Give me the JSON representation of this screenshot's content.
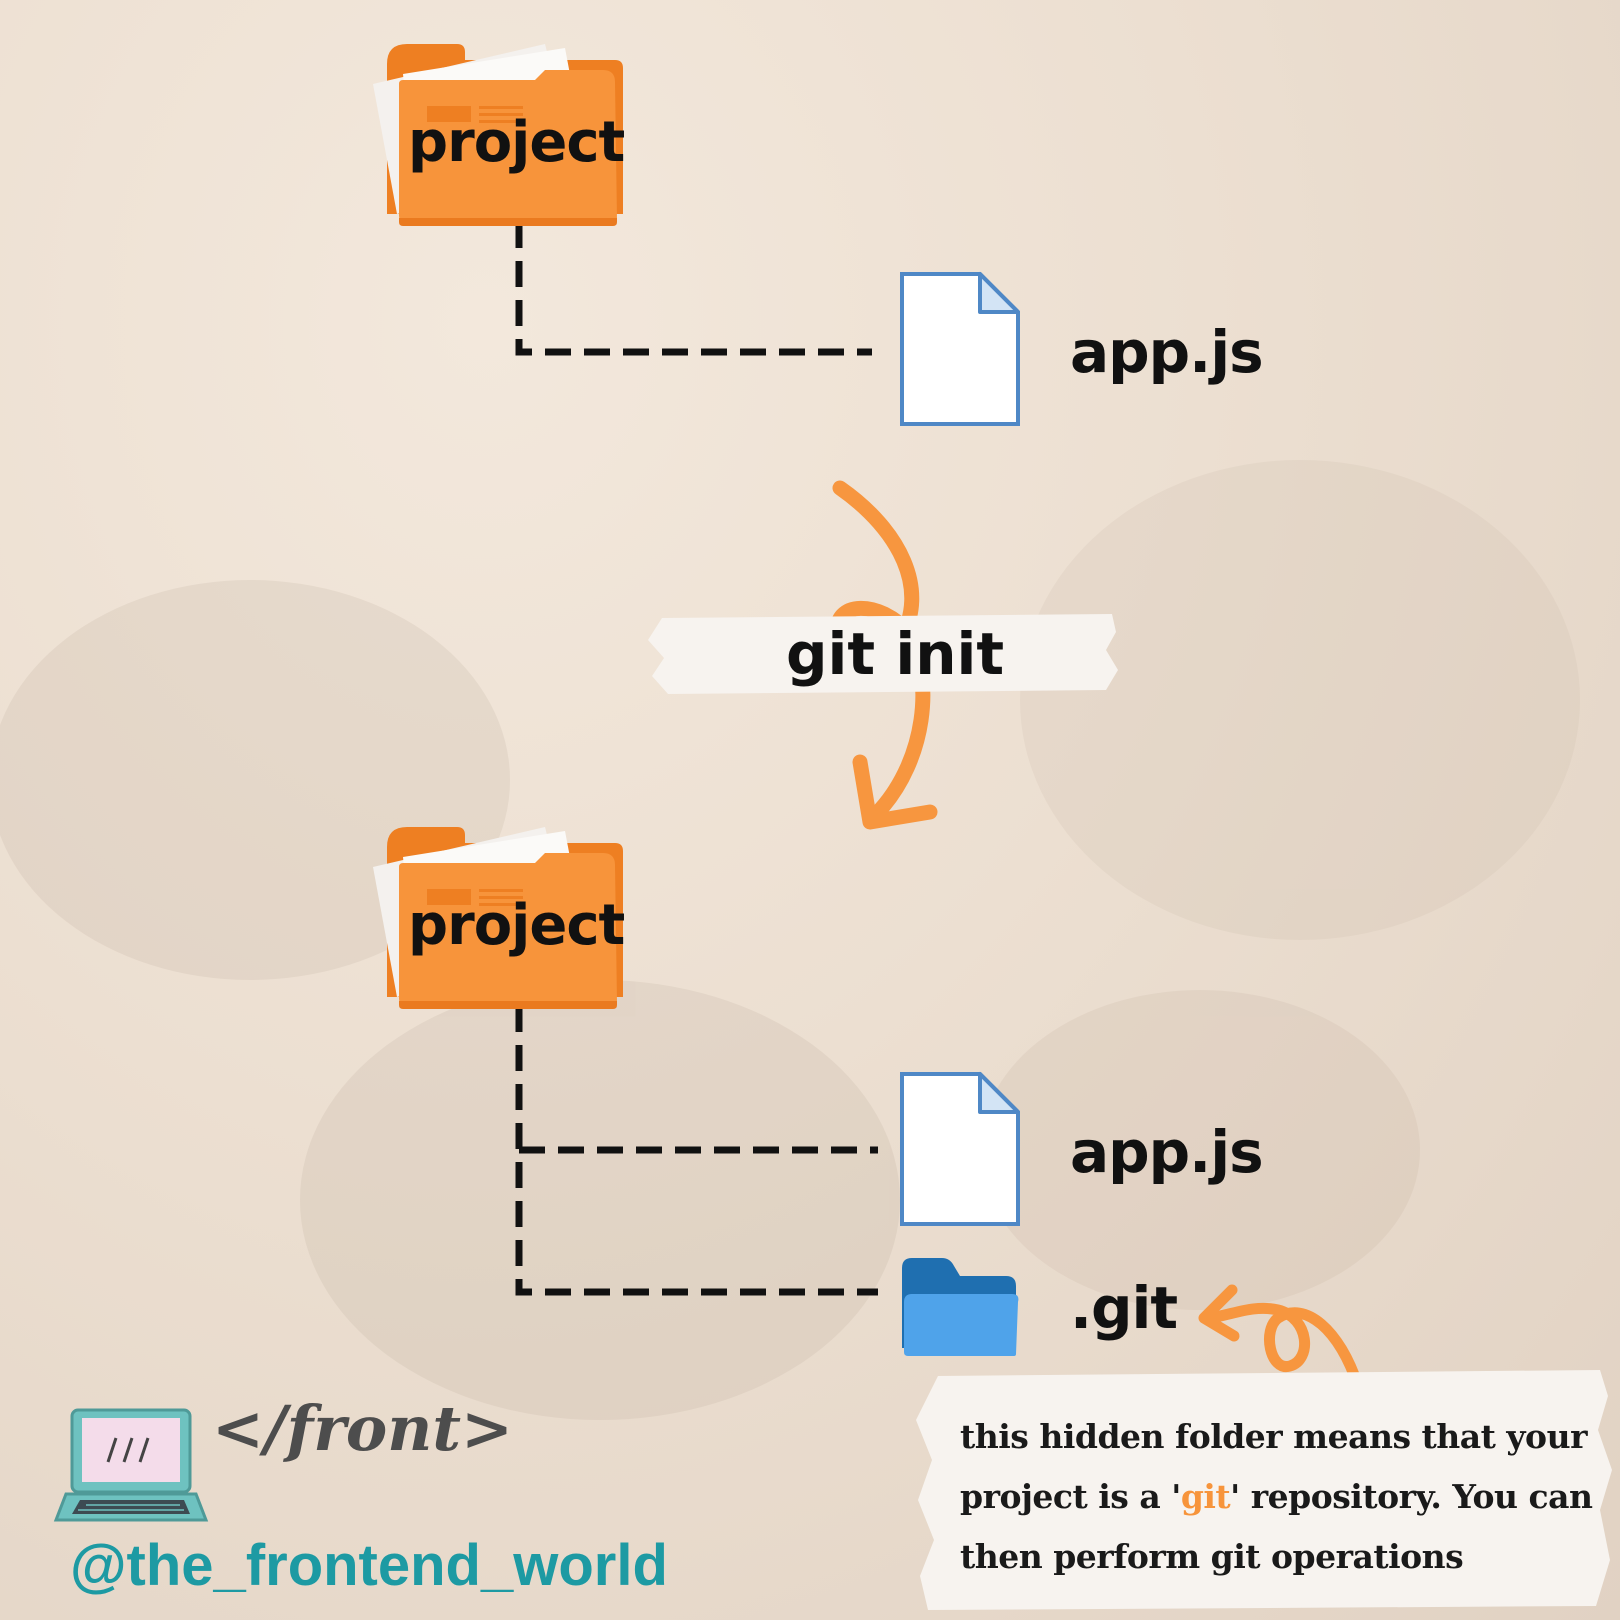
{
  "top_tree": {
    "folder_label": "project",
    "file_label": "app.js"
  },
  "command": {
    "label": "git init"
  },
  "bottom_tree": {
    "folder_label": "project",
    "file_label": "app.js",
    "git_folder_label": ".git"
  },
  "note": {
    "text_before": "this hidden folder means that your project is a '",
    "highlight": "git",
    "text_after": "' repository. You can then perform git operations"
  },
  "branding": {
    "logo_text": "</front>",
    "handle": "@the_frontend_world"
  },
  "colors": {
    "folder_orange": "#f7943b",
    "arrow_orange": "#f7963f",
    "file_blue": "#4f88c6",
    "git_folder_blue": "#4fa3ea",
    "handle_teal": "#1d9aa3"
  },
  "icons": [
    "folder-icon",
    "file-icon",
    "blue-folder-icon",
    "laptop-icon"
  ]
}
